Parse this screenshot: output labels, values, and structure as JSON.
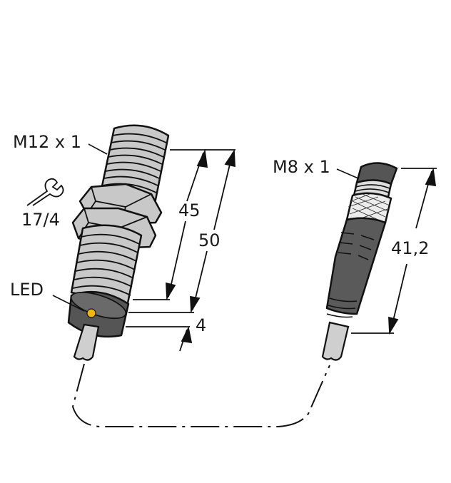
{
  "diagram": {
    "sensor": {
      "thread_label": "M12 x 1",
      "wrench_label": "17/4",
      "led_label": "LED",
      "dim_sensing_length": "45",
      "dim_total_length": "50",
      "dim_front_offset": "4"
    },
    "connector": {
      "thread_label": "M8 x 1",
      "dim_length": "41,2"
    },
    "colors": {
      "body_gray": "#c8c8c8",
      "connector_dark": "#5a5a5a",
      "cap_dark": "#555555",
      "led_yellow": "#f2b705",
      "cable_gray": "#cfcfcf",
      "line": "#111111"
    }
  }
}
